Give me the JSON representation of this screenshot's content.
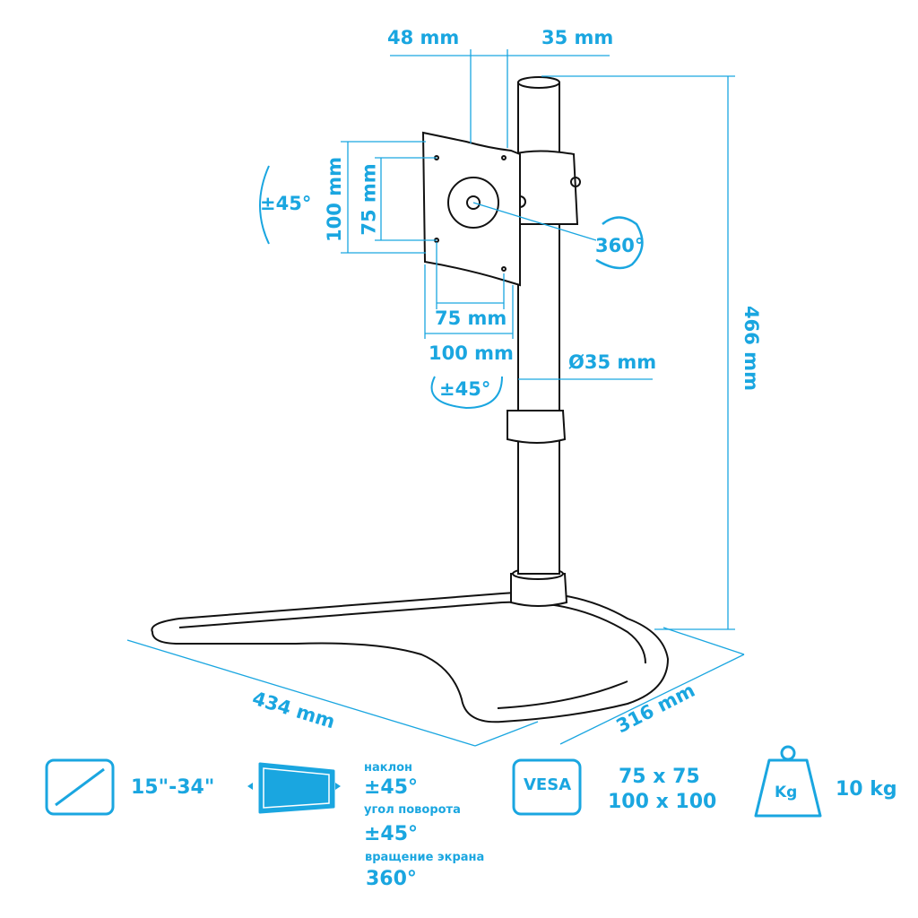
{
  "colors": {
    "accent": "#1aa6e0",
    "line": "#111111"
  },
  "dimensions": {
    "offset_48": "48 mm",
    "offset_35": "35 mm",
    "height_466": "466 mm",
    "vesa_v_100": "100 mm",
    "vesa_v_75": "75 mm",
    "vesa_h_75": "75 mm",
    "vesa_h_100": "100 mm",
    "tilt": "±45°",
    "swivel": "±45°",
    "rotation": "360°",
    "pole_diameter": "Ø35 mm",
    "base_width": "434 mm",
    "base_depth": "316 mm"
  },
  "specs": {
    "screen_size": {
      "icon": "diagonal-arrow-icon",
      "value": "15\"-34\""
    },
    "motion": {
      "icon": "monitor-motion-icon",
      "tilt_label": "наклон",
      "tilt_value": "±45°",
      "swivel_label": "угол поворота",
      "swivel_value": "±45°",
      "rotation_label": "вращение экрана",
      "rotation_value": "360°"
    },
    "vesa": {
      "icon_text": "VESA",
      "value_1": "75 x 75",
      "value_2": "100 x 100"
    },
    "weight": {
      "icon_text": "Kg",
      "value": "10 kg"
    }
  }
}
